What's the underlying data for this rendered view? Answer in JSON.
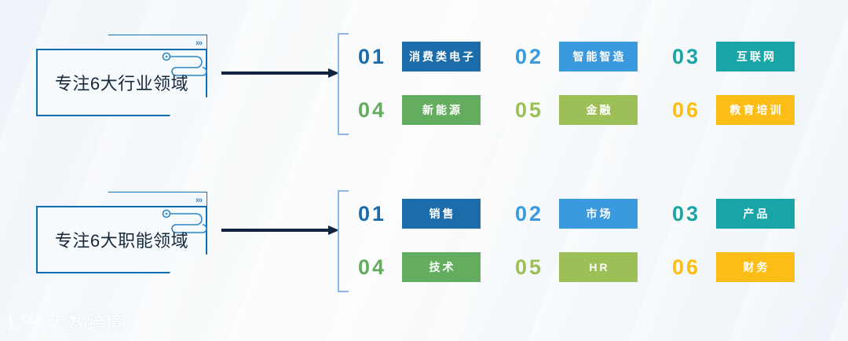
{
  "theme": {
    "background_top": "#eef3fa",
    "background_bottom": "#eef4f9",
    "card_border": "#0f6cb0",
    "card_text": "#16283c",
    "bracket": "#8fb6e0",
    "arrow": "#12243d"
  },
  "sections": [
    {
      "id": "industry",
      "card": {
        "title": "专注6大行业领域",
        "chevrons": "›››"
      },
      "arrow_name": "arrow-industry",
      "items": [
        {
          "number": "01",
          "label": "消费类电子",
          "color": "#1b6ca8"
        },
        {
          "number": "02",
          "label": "智能智造",
          "color": "#3b99de"
        },
        {
          "number": "03",
          "label": "互联网",
          "color": "#19a5a5"
        },
        {
          "number": "04",
          "label": "新能源",
          "color": "#64ac5e"
        },
        {
          "number": "05",
          "label": "金融",
          "color": "#9cbf58"
        },
        {
          "number": "06",
          "label": "教育培训",
          "color": "#fbbd16"
        }
      ]
    },
    {
      "id": "function",
      "card": {
        "title": "专注6大职能领域",
        "chevrons": "›››"
      },
      "arrow_name": "arrow-function",
      "items": [
        {
          "number": "01",
          "label": "销售",
          "color": "#1b6ca8"
        },
        {
          "number": "02",
          "label": "市场",
          "color": "#3b99de"
        },
        {
          "number": "03",
          "label": "产品",
          "color": "#19a5a5"
        },
        {
          "number": "04",
          "label": "技术",
          "color": "#64ac5e"
        },
        {
          "number": "05",
          "label": "HR",
          "color": "#9cbf58"
        },
        {
          "number": "06",
          "label": "财务",
          "color": "#fbbd16"
        }
      ]
    }
  ],
  "watermark": {
    "text": "大数跨境",
    "mark": "logo-mark"
  }
}
